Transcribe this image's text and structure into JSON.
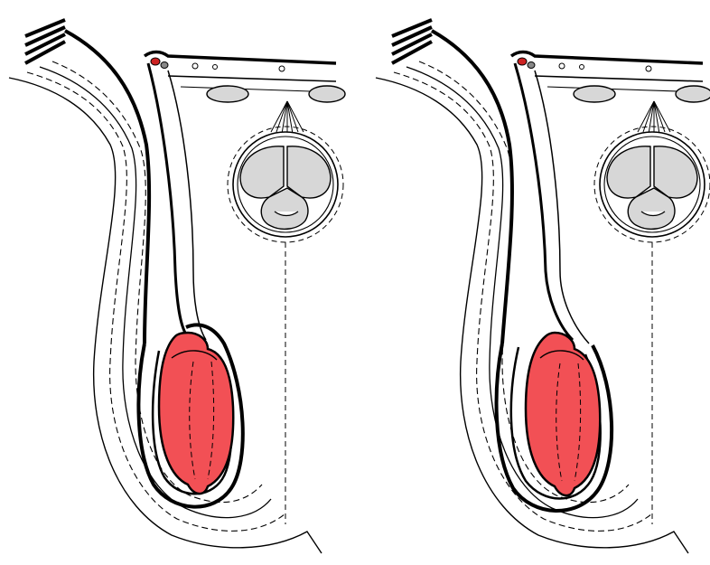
{
  "colors": {
    "background": "#ffffff",
    "stroke": "#000000",
    "testis_fill": "#f25055",
    "organ_fill": "#d7d7d7",
    "vessel_fill": "#cc2222"
  },
  "panels": [
    {
      "id": "left",
      "variant": "tunica-closed"
    },
    {
      "id": "right",
      "variant": "tunica-open"
    }
  ]
}
